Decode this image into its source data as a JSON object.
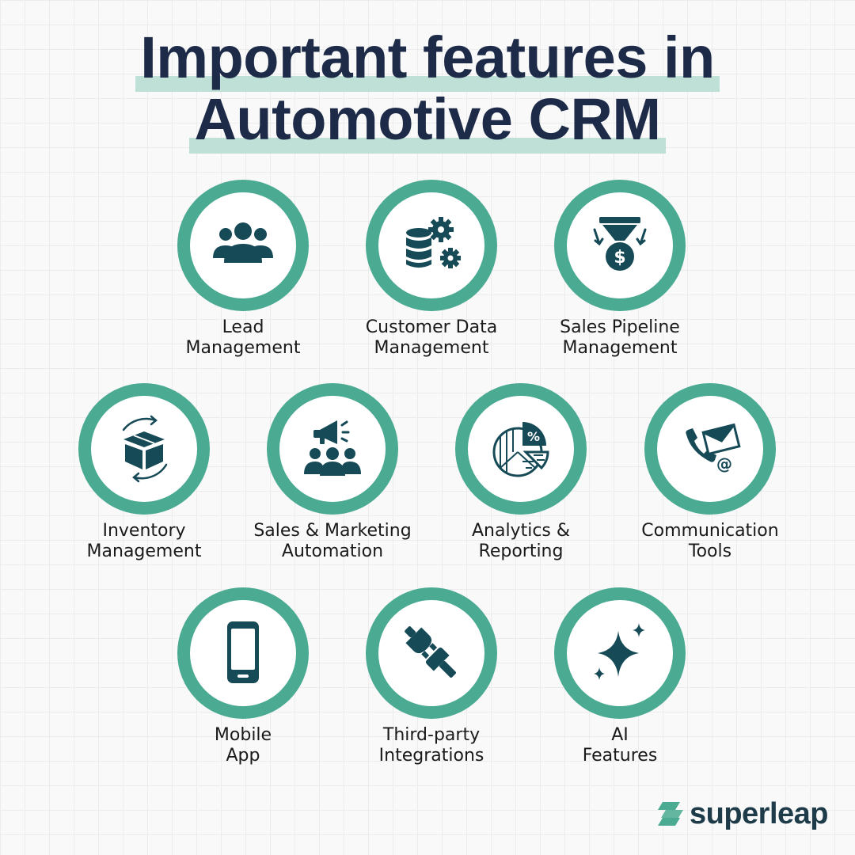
{
  "title": {
    "line1": "Important features in",
    "line2": "Automotive CRM"
  },
  "colors": {
    "ring": "#4aaa92",
    "icon": "#164a56",
    "title": "#1d2b48",
    "highlight": "#bfe0d6"
  },
  "features": [
    {
      "icon": "people-group-icon",
      "line1": "Lead",
      "line2": "Management"
    },
    {
      "icon": "database-gears-icon",
      "line1": "Customer Data",
      "line2": "Management"
    },
    {
      "icon": "funnel-dollar-icon",
      "line1": "Sales Pipeline",
      "line2": "Management"
    },
    {
      "icon": "box-cycle-icon",
      "line1": "Inventory",
      "line2": "Management"
    },
    {
      "icon": "megaphone-people-icon",
      "line1": "Sales & Marketing",
      "line2": "Automation"
    },
    {
      "icon": "pie-chart-percent-icon",
      "line1": "Analytics &",
      "line2": "Reporting"
    },
    {
      "icon": "phone-mail-icon",
      "line1": "Communication",
      "line2": "Tools"
    },
    {
      "icon": "mobile-phone-icon",
      "line1": "Mobile",
      "line2": "App"
    },
    {
      "icon": "plug-connector-icon",
      "line1": "Third-party",
      "line2": "Integrations"
    },
    {
      "icon": "sparkles-icon",
      "line1": "AI",
      "line2": "Features"
    }
  ],
  "brand": {
    "name": "superleap",
    "icon": "superleap-logo-icon"
  }
}
